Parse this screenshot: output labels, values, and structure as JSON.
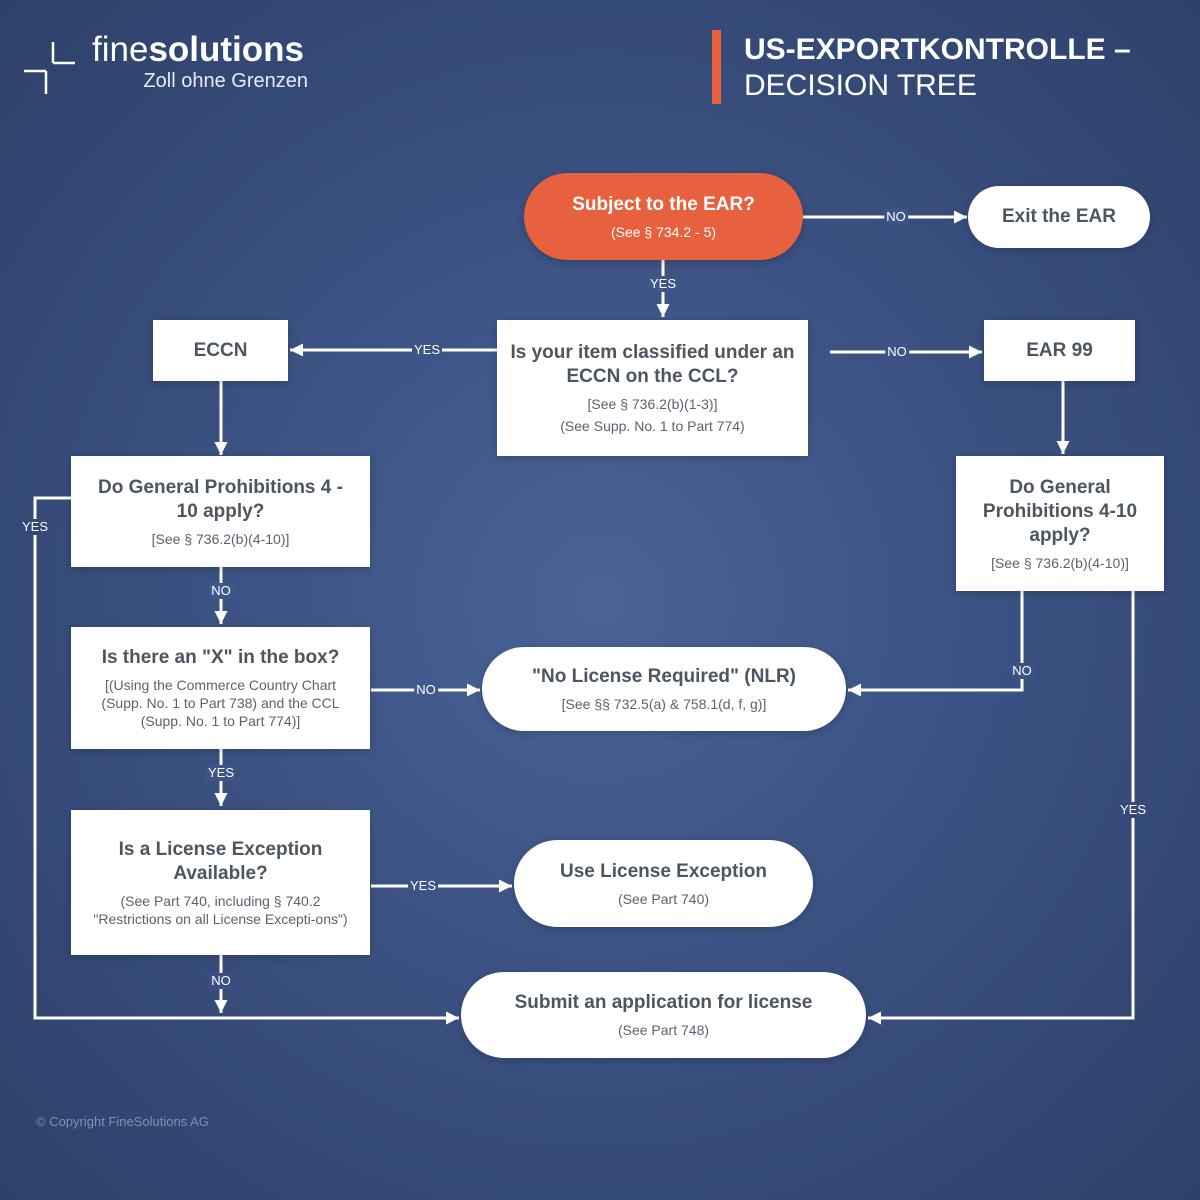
{
  "brand": {
    "name_light": "fine",
    "name_bold": "solutions",
    "tagline": "Zoll ohne Grenzen"
  },
  "header": {
    "title_line1": "US-EXPORTKONTROLLE –",
    "title_line2": "DECISION TREE"
  },
  "colors": {
    "accent": "#e8613e",
    "background": "#3e5587",
    "node_fill": "#ffffff",
    "node_text": "#4b5661"
  },
  "nodes": {
    "subject": {
      "title": "Subject to the EAR?",
      "sub": "(See § 734.2 - 5)"
    },
    "exit": {
      "title": "Exit the EAR"
    },
    "classified": {
      "title": "Is your item classified under an ECCN on the CCL?",
      "sub1": "[See § 736.2(b)(1-3)]",
      "sub2": "(See Supp. No. 1 to Part 774)"
    },
    "eccn": {
      "title": "ECCN"
    },
    "ear99": {
      "title": "EAR 99"
    },
    "gp_left": {
      "title": "Do General Prohibitions 4 - 10 apply?",
      "sub": "[See § 736.2(b)(4-10)]"
    },
    "gp_right": {
      "title": "Do General Prohibitions 4-10 apply?",
      "sub": "[See § 736.2(b)(4-10)]"
    },
    "xbox": {
      "title": "Is there an \"X\" in the box?",
      "sub": "[(Using the Commerce Country Chart (Supp. No. 1 to Part 738) and the CCL (Supp. No. 1 to Part 774)]"
    },
    "nlr": {
      "title": "\"No License Required\" (NLR)",
      "sub": "[See §§ 732.5(a) & 758.1(d, f, g)]"
    },
    "exception": {
      "title": "Is a License Exception Available?",
      "sub": "(See Part 740, including § 740.2 \"Restrictions on all License Excepti-ons\")"
    },
    "use_exception": {
      "title": "Use License Exception",
      "sub": "(See Part 740)"
    },
    "submit": {
      "title": "Submit an application for license",
      "sub": "(See Part 748)"
    }
  },
  "edge_labels": {
    "subject_exit": "NO",
    "subject_classified": "YES",
    "classified_eccn": "YES",
    "classified_ear99": "NO",
    "gp_left_yes": "YES",
    "gp_left_no": "NO",
    "gp_right_no": "NO",
    "gp_right_yes": "YES",
    "xbox_nlr": "NO",
    "xbox_exception": "YES",
    "exception_use": "YES",
    "exception_submit": "NO"
  },
  "footer": {
    "copyright": "© Copyright FineSolutions AG"
  }
}
